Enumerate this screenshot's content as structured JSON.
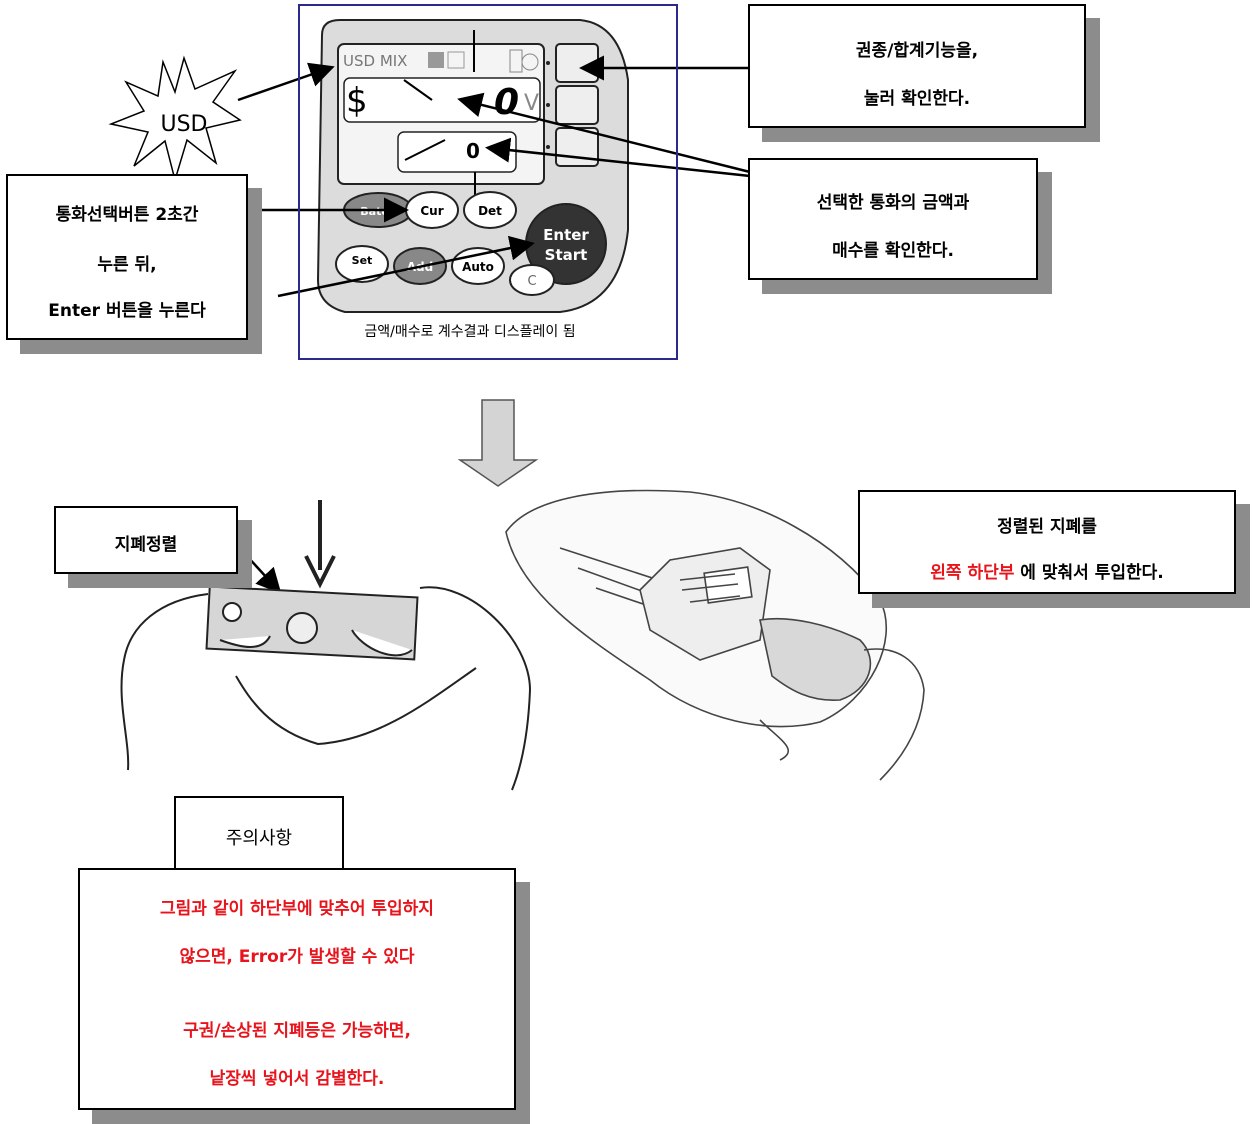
{
  "burst_label": "USD",
  "panel": {
    "lcd_top": "USD MIX",
    "currency_symbol": "$",
    "amount_digit": "0",
    "count_digit": "0",
    "btn_batch": "Batch",
    "btn_cur": "Cur",
    "btn_det": "Det",
    "btn_set": "Set",
    "btn_add": "Add",
    "btn_auto": "Auto",
    "btn_enter": "Enter",
    "btn_start": "Start",
    "btn_c": "C",
    "caption": "금액/매수로 계수결과 디스플레이 됨"
  },
  "callout_currency_select": {
    "line1": "통화선택버튼 2초간",
    "line2": "누른 뒤,",
    "line3": "Enter 버튼을 누른다"
  },
  "callout_denomination": {
    "line1": "권종/합계기능을,",
    "line2": "눌러 확인한다."
  },
  "callout_amount": {
    "line1": "선택한 통화의 금액과",
    "line2": "매수를 확인한다."
  },
  "callout_align": {
    "label": "지폐정렬"
  },
  "callout_insert": {
    "line1": "정렬된 지폐를",
    "line2_red": "왼쪽 하단부",
    "line2_rest": " 에 맞춰서 투입한다."
  },
  "notice": {
    "title": "주의사항",
    "item1_line1": "그림과 같이 하단부에 맞추어 투입하지",
    "item1_line2": "않으면, Error가 발생할 수 있다",
    "item2_line1": "구권/손상된 지폐등은 가능하면,",
    "item2_line2": "낱장씩 넣어서 감별한다."
  },
  "colors": {
    "accent_red": "#e8141c",
    "shadow": "#8c8c8c",
    "frame_blue": "#2a2a8a"
  }
}
